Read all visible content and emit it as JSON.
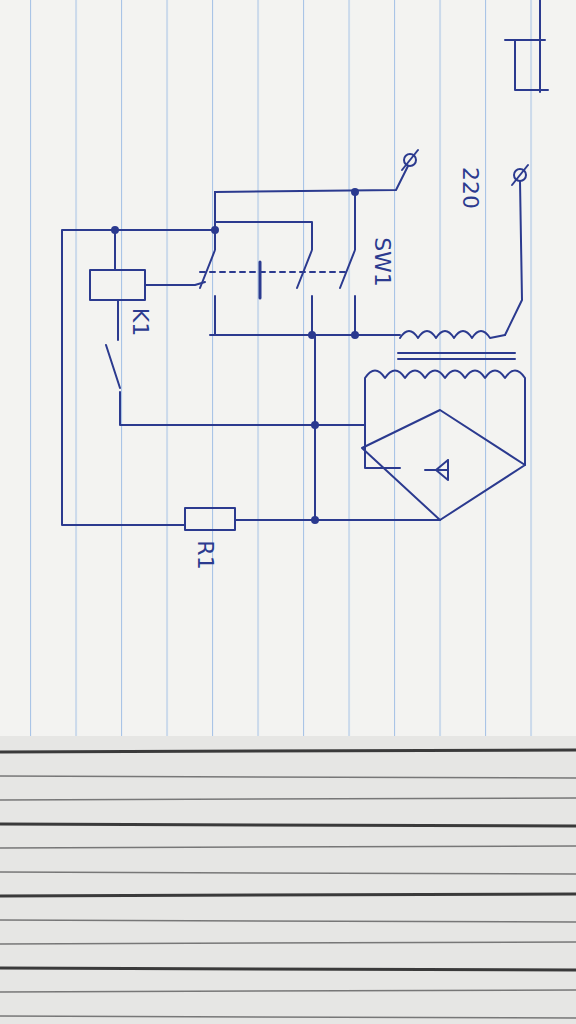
{
  "diagram": {
    "labels": [
      "220",
      "SW1",
      "K1",
      "R1"
    ]
  }
}
